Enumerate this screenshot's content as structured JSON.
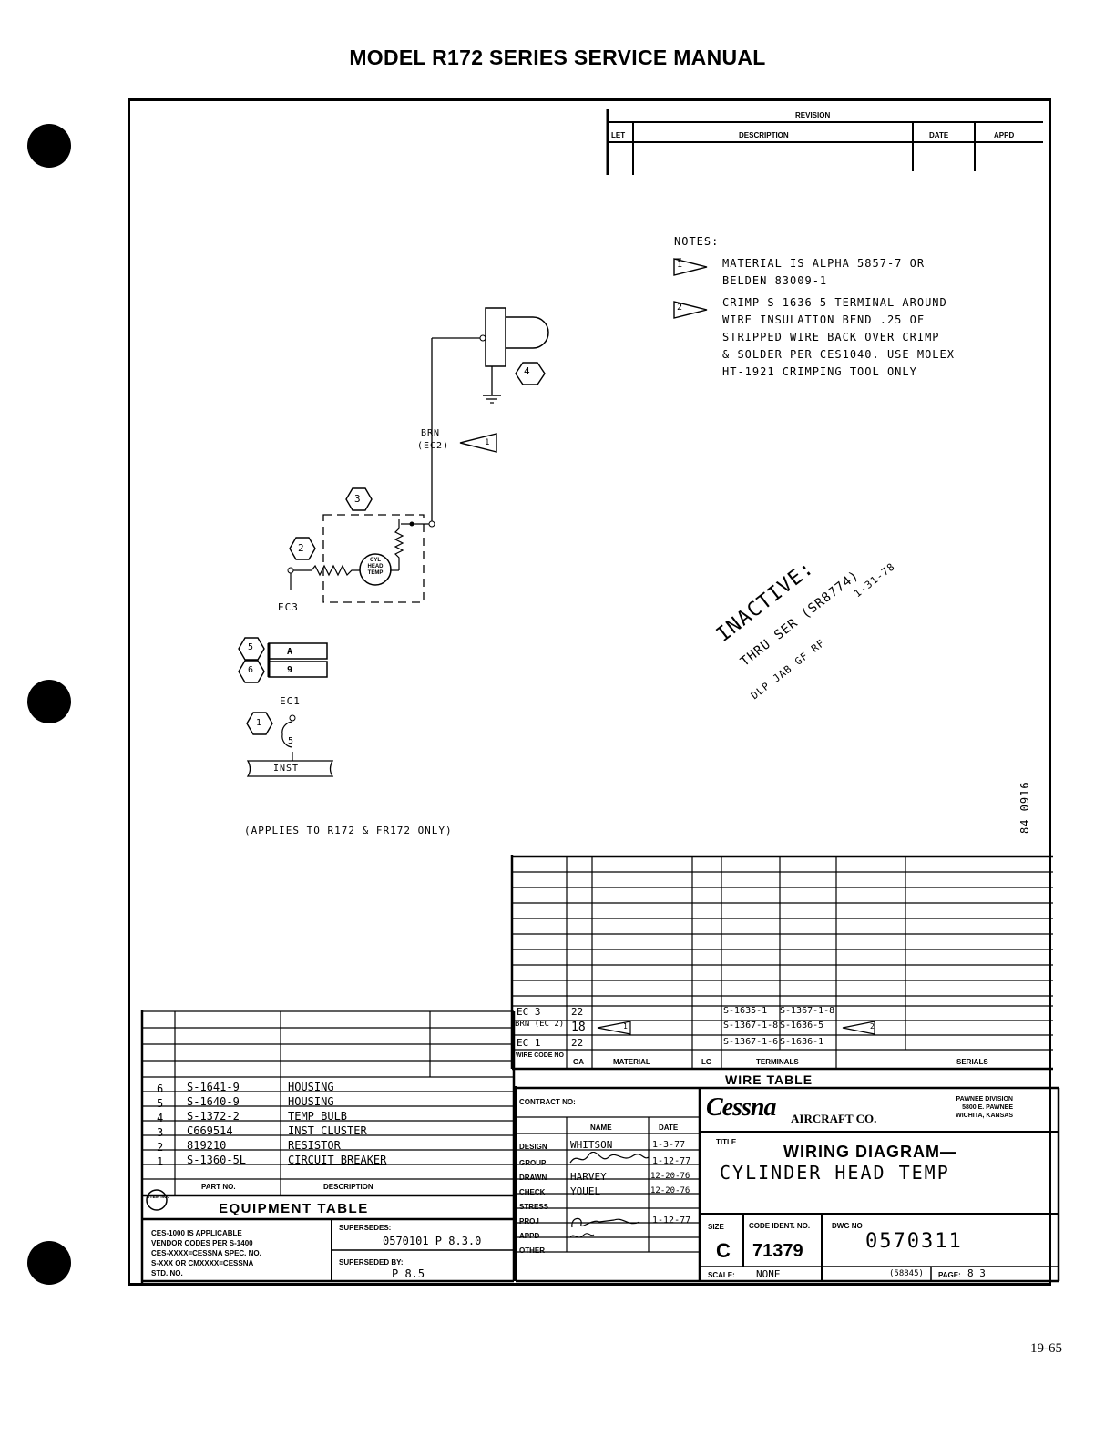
{
  "page_title": "MODEL R172 SERIES SERVICE MANUAL",
  "page_number": "19-65",
  "revision_block": {
    "heading": "REVISION",
    "cols": [
      "LET",
      "DESCRIPTION",
      "DATE",
      "APPD"
    ]
  },
  "notes": {
    "heading": "NOTES:",
    "note1_flag": "1",
    "note1": [
      "MATERIAL IS ALPHA 5857-7 OR",
      "BELDEN 83009-1"
    ],
    "note2_flag": "2",
    "note2": [
      "CRIMP S-1636-5 TERMINAL AROUND",
      "WIRE INSULATION BEND .25 OF",
      "STRIPPED WIRE BACK OVER CRIMP",
      "& SOLDER PER CES1040. USE MOLEX",
      "HT-1921 CRIMPING TOOL ONLY"
    ]
  },
  "diagram": {
    "wire_label": "BRN",
    "wire_code": "(EC2)",
    "flag1": "1",
    "item4": "4",
    "item3": "3",
    "item2": "2",
    "gauge_label": [
      "CYL",
      "HEAD",
      "TEMP"
    ],
    "ec3": "EC3",
    "item5": "5",
    "item6": "6",
    "pin_a": "A",
    "pin_9": "9",
    "ec1": "EC1",
    "item1": "1",
    "pin5": "5",
    "inst": "INST",
    "applies": "(APPLIES TO R172 & FR172 ONLY)"
  },
  "inactive_stamp": {
    "line1": "INACTIVE:",
    "line2": "THRU SER (SR8774)",
    "date": "1-31-78",
    "signoffs": "DLP  JAB  GF  RF"
  },
  "side_code": "84 0916",
  "wire_table": {
    "title": "WIRE TABLE",
    "headers": [
      "WIRE CODE NO",
      "GA",
      "MATERIAL",
      "LG",
      "TERMINALS",
      "SERIALS"
    ],
    "rows": [
      {
        "code": "EC 3",
        "ga": "22",
        "flag": "",
        "t1": "S-1635-1",
        "t2": "S-1367-1-8",
        "tflag": ""
      },
      {
        "code": "BRN (EC 2)",
        "ga": "18",
        "flag": "1",
        "t1": "S-1367-1-8",
        "t2": "S-1636-5",
        "tflag": "2"
      },
      {
        "code": "EC 1",
        "ga": "22",
        "flag": "",
        "t1": "S-1367-1-6",
        "t2": "S-1636-1",
        "tflag": ""
      }
    ]
  },
  "equipment_table": {
    "title": "EQUIPMENT TABLE",
    "headers": [
      "ITEM NO.",
      "PART NO.",
      "DESCRIPTION"
    ],
    "rows": [
      {
        "item": "6",
        "part": "S-1641-9",
        "desc": "HOUSING"
      },
      {
        "item": "5",
        "part": "S-1640-9",
        "desc": "HOUSING"
      },
      {
        "item": "4",
        "part": "S-1372-2",
        "desc": "TEMP BULB"
      },
      {
        "item": "3",
        "part": "C669514",
        "desc": "INST CLUSTER"
      },
      {
        "item": "2",
        "part": "819210",
        "desc": "RESISTOR"
      },
      {
        "item": "1",
        "part": "S-1360-5L",
        "desc": "CIRCUIT BREAKER"
      }
    ]
  },
  "title_block": {
    "contract_label": "CONTRACT NO:",
    "name_hdr": "NAME",
    "date_hdr": "DATE",
    "roles": [
      "DESIGN",
      "GROUP",
      "DRAWN",
      "CHECK",
      "STRESS",
      "PROJ",
      "APPD",
      "OTHER"
    ],
    "names": [
      "WHITSON",
      "",
      "HARVEY",
      "YOUEL",
      "",
      "",
      "",
      ""
    ],
    "dates": [
      "1-3-77",
      "1-12-77",
      "12-20-76",
      "12-20-76",
      "",
      "1-12-77",
      "",
      ""
    ],
    "company": "Cessna",
    "company_suffix": "AIRCRAFT CO.",
    "division": [
      "PAWNEE DIVISION",
      "5800 E. PAWNEE",
      "WICHITA, KANSAS"
    ],
    "title_label": "TITLE",
    "title1": "WIRING DIAGRAM—",
    "title2": "CYLINDER HEAD TEMP",
    "size_label": "SIZE",
    "size": "C",
    "code_ident_label": "CODE IDENT. NO.",
    "code_ident": "71379",
    "dwg_label": "DWG NO",
    "dwg_no": "0570311",
    "scale_label": "SCALE:",
    "scale": "NONE",
    "sheet_ref": "(58845)",
    "page_label": "PAGE:",
    "page": "8 3",
    "ces_note": [
      "CES-1000 IS APPLICABLE",
      "VENDOR CODES PER S-1400",
      "CES-XXXX=CESSNA SPEC. NO.",
      "S-XXX OR CMXXXX=CESSNA",
      "STD. NO."
    ],
    "supersedes_label": "SUPERSEDES:",
    "supersedes": "0570101 P 8.3.0",
    "superseded_by_label": "SUPERSEDED BY:",
    "superseded_by": "P 8.5"
  }
}
